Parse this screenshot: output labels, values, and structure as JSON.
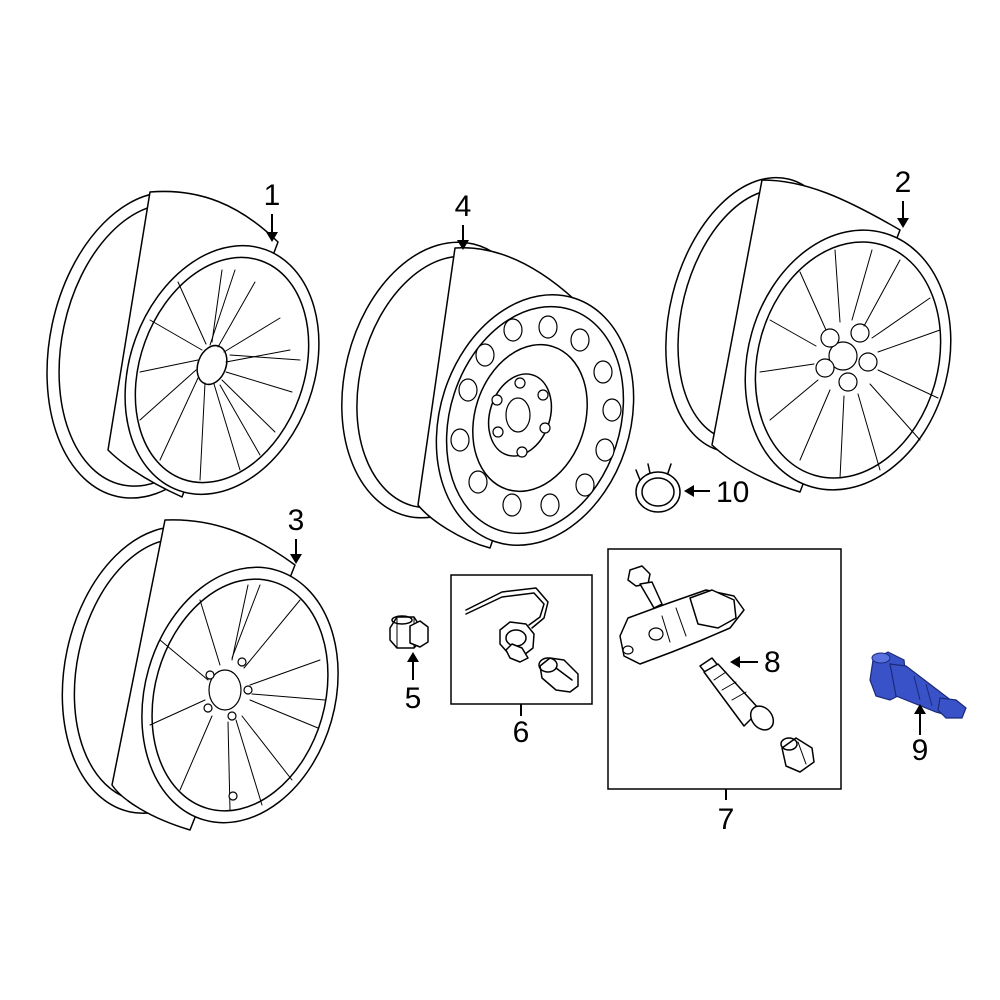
{
  "diagram": {
    "callouts": [
      {
        "id": "1",
        "label": "1"
      },
      {
        "id": "2",
        "label": "2"
      },
      {
        "id": "3",
        "label": "3"
      },
      {
        "id": "4",
        "label": "4"
      },
      {
        "id": "5",
        "label": "5"
      },
      {
        "id": "6",
        "label": "6"
      },
      {
        "id": "7",
        "label": "7"
      },
      {
        "id": "8",
        "label": "8"
      },
      {
        "id": "9",
        "label": "9"
      },
      {
        "id": "10",
        "label": "10"
      }
    ],
    "highlight_color": "#3a52c8",
    "highlighted_part": "9"
  }
}
